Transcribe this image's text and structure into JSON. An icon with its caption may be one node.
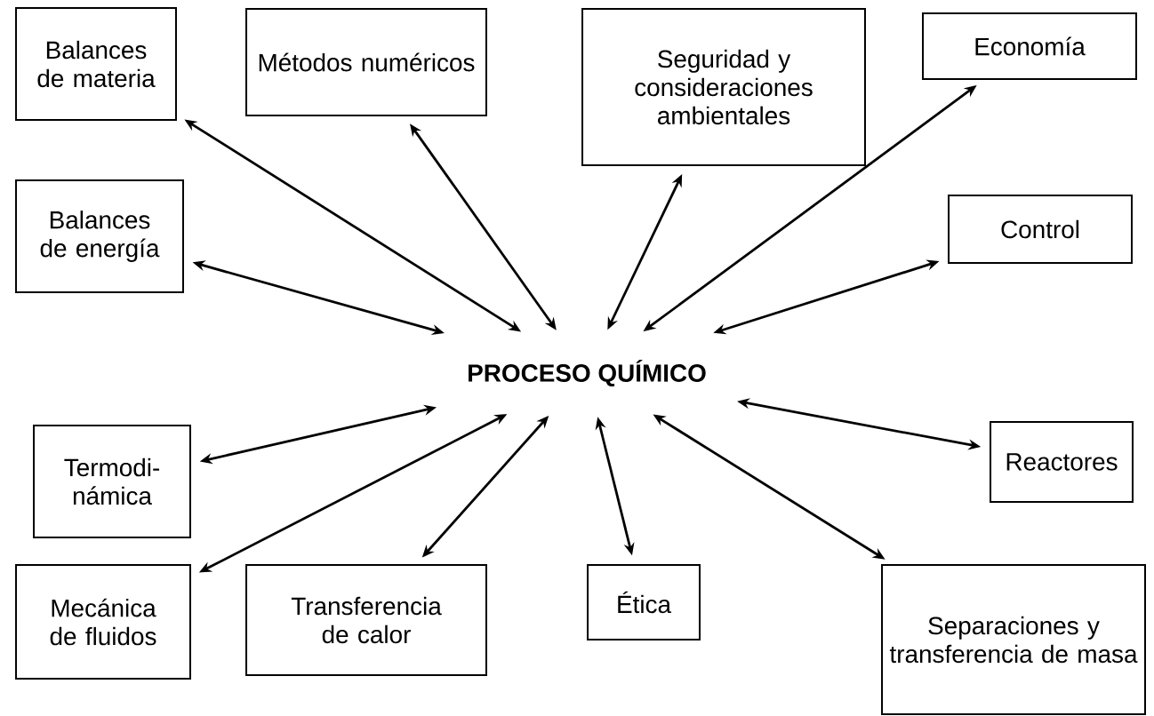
{
  "diagram": {
    "nodes": [
      {
        "text": [
          "Balances de materia"
        ]
      },
      {
        "text": [
          "Métodos numéricos"
        ]
      },
      {
        "text": [
          "Seguridad y consideraciones ambientales"
        ]
      },
      {
        "text": [
          "Economía"
        ]
      },
      {
        "text": [
          "Balances de energía"
        ]
      },
      {
        "text": [
          "Control"
        ]
      },
      {
        "text": [
          "PROCESO QUÍMICO"
        ]
      },
      {
        "text": [
          "Termodi- námica"
        ]
      },
      {
        "text": [
          "Reactores"
        ]
      },
      {
        "text": [
          "Mecánica de fluidos"
        ]
      },
      {
        "text": [
          "Transferencia de calor"
        ]
      },
      {
        "text": [
          "Ética"
        ]
      },
      {
        "text": [
          "Separaciones y transferencia de masa"
        ]
      }
    ],
    "edges": [
      {
        "from": 6,
        "to": 0,
        "arrow": "both"
      },
      {
        "from": 6,
        "to": 1,
        "arrow": "both"
      },
      {
        "from": 6,
        "to": 2,
        "arrow": "both"
      },
      {
        "from": 6,
        "to": 3,
        "arrow": "both"
      },
      {
        "from": 6,
        "to": 4,
        "arrow": "both"
      },
      {
        "from": 6,
        "to": 5,
        "arrow": "both"
      },
      {
        "from": 6,
        "to": 7,
        "arrow": "both"
      },
      {
        "from": 6,
        "to": 8,
        "arrow": "both"
      },
      {
        "from": 6,
        "to": 9,
        "arrow": "both"
      },
      {
        "from": 6,
        "to": 10,
        "arrow": "both"
      },
      {
        "from": 6,
        "to": 11,
        "arrow": "both"
      },
      {
        "from": 6,
        "to": 12,
        "arrow": "both"
      }
    ]
  }
}
